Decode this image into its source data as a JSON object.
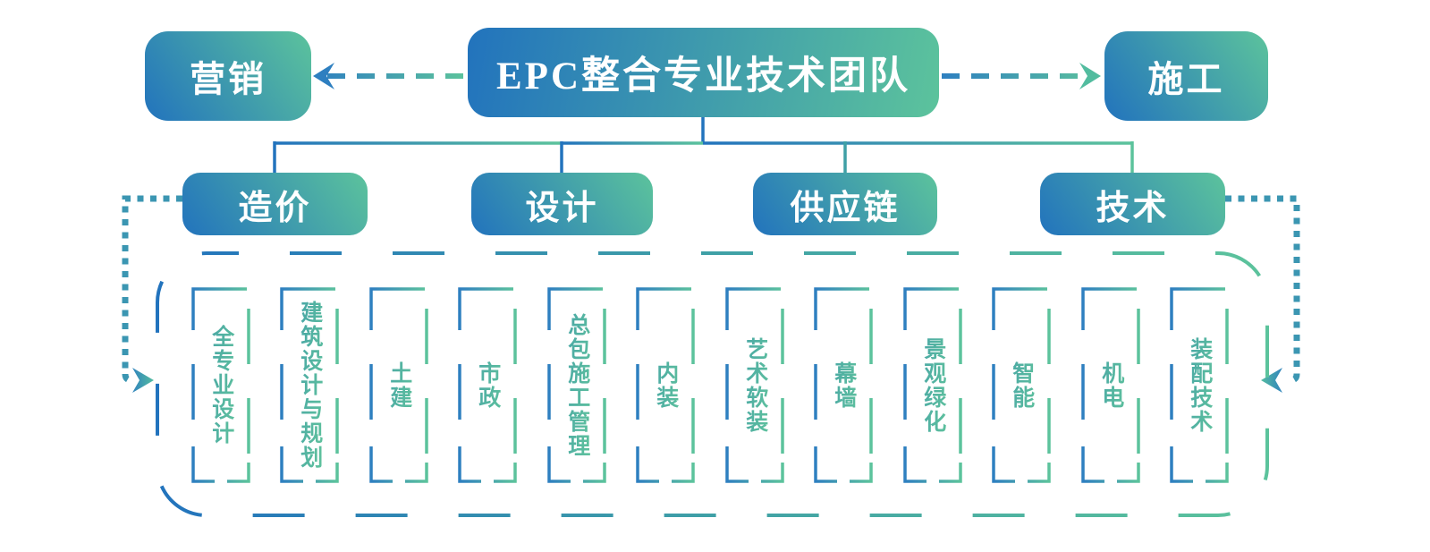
{
  "header": {
    "center": "EPC整合专业技术团队",
    "left": "营销",
    "right": "施工"
  },
  "branches": [
    {
      "label": "造价"
    },
    {
      "label": "设计"
    },
    {
      "label": "供应链"
    },
    {
      "label": "技术"
    }
  ],
  "items": [
    {
      "label": "全专业设计"
    },
    {
      "label": "建筑设计与规划"
    },
    {
      "label": "土建"
    },
    {
      "label": "市政"
    },
    {
      "label": "总包施工管理"
    },
    {
      "label": "内装"
    },
    {
      "label": "艺术软装"
    },
    {
      "label": "幕墙"
    },
    {
      "label": "景观绿化"
    },
    {
      "label": "智能"
    },
    {
      "label": "机电"
    },
    {
      "label": "装配技术"
    }
  ],
  "colors": {
    "blue": "#2273BD",
    "green": "#5CC39C",
    "teal": "#3B96B2",
    "text_on_node": "#FFFFFF",
    "background": "#FFFFFF"
  }
}
